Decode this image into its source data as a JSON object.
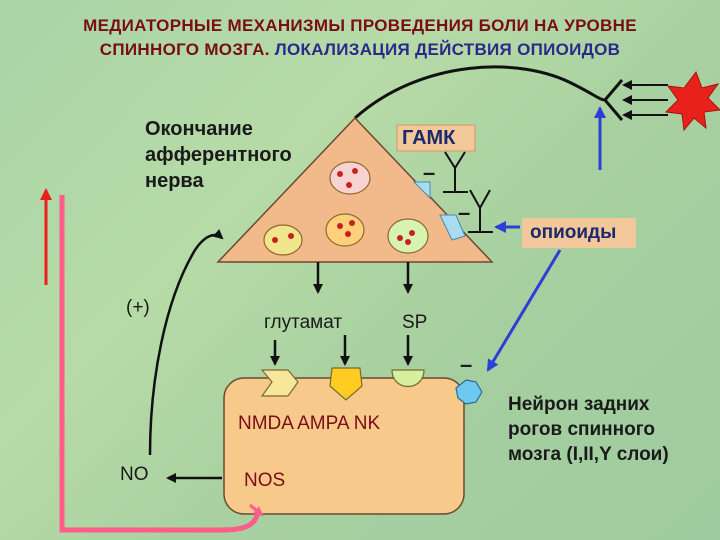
{
  "title": {
    "line1": "МЕДИАТОРНЫЕ МЕХАНИЗМЫ ПРОВЕДЕНИЯ БОЛИ НА УРОВНЕ",
    "line2a": "СПИННОГО МОЗГА.",
    "line2b": "ЛОКАЛИЗАЦИЯ ДЕЙСТВИЯ ОПИОИДОВ"
  },
  "labels": {
    "afferent": [
      "Окончание",
      "афферентного",
      "нерва"
    ],
    "gaba": "ГАМК",
    "opioids": "опиоиды",
    "plus": "(+)",
    "glutamate": "глутамат",
    "sp": "SP",
    "receptors": "NMDA AMPA NK",
    "nos": "NOS",
    "no": "NO",
    "neuron": [
      "Нейрон задних",
      "рогов спинного",
      "мозга (I,II,Y слои)"
    ],
    "minus": "–"
  },
  "colors": {
    "triangle": "#f2b98a",
    "cell_body": "#f7c98b",
    "gaba_box": "#f2c79a",
    "title": "#7a0d15",
    "title_accent": "#2a2a8a",
    "pink_pathway": "#ff5c8a",
    "red_arrow": "#e8221a",
    "blue_arrow": "#2c3fd6",
    "vesicle_pink": "#f8d4d0",
    "vesicle_yellow": "#f3e58c",
    "vesicle_green": "#d6f3b0",
    "receptor_nmda": "#f6e79a",
    "receptor_ampa": "#ffcc22",
    "receptor_nk": "#d7f0a0",
    "opioid_receptor": "#a9dcf0"
  },
  "icons": [
    "pain-burst-icon",
    "vesicle-icon",
    "receptor-icon"
  ]
}
